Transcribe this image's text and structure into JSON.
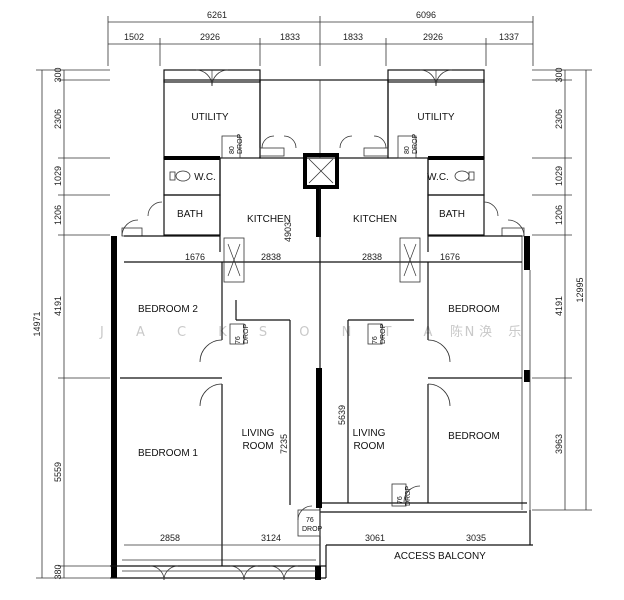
{
  "dimensions": {
    "top_overall": [
      "6261",
      "6096"
    ],
    "top_segments": [
      "1502",
      "2926",
      "1833",
      "1833",
      "2926",
      "1337"
    ],
    "left_overall": "14971",
    "left_segments": [
      "300",
      "2306",
      "1029",
      "1206",
      "4191",
      "5559",
      "380"
    ],
    "right_overall": "12995",
    "right_segments": [
      "300",
      "2306",
      "1029",
      "1206",
      "4191",
      "3963"
    ],
    "inner_kitchen_row": [
      "1676",
      "2838",
      "2838",
      "1676"
    ],
    "inner_bottom_row": [
      "2858",
      "3124",
      "3061",
      "3035"
    ],
    "kitchen_height": "4903",
    "living_left_height": "7235",
    "living_right_height": "5639"
  },
  "rooms": {
    "utility_left": "UTILITY",
    "utility_right": "UTILITY",
    "wc_left": "W.C.",
    "wc_right": "W.C.",
    "bath_left": "BATH",
    "bath_right": "BATH",
    "kitchen_left": "KITCHEN",
    "kitchen_right": "KITCHEN",
    "bedroom_2": "BEDROOM 2",
    "bedroom_1": "BEDROOM 1",
    "bedroom_right_upper": "BEDROOM",
    "bedroom_right_lower": "BEDROOM",
    "living_left_1": "LIVING",
    "living_left_2": "ROOM",
    "living_right_1": "LIVING",
    "living_right_2": "ROOM",
    "access_balcony": "ACCESS BALCONY"
  },
  "drops": {
    "number": "80",
    "label": "DROP",
    "number_76": "76"
  },
  "watermark": {
    "latin": "J A C K S O N   T A N",
    "chinese": "陈 涣 乐"
  }
}
